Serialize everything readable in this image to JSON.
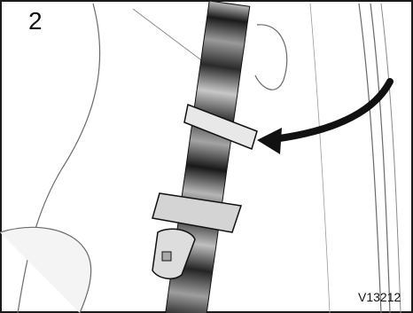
{
  "figure": {
    "step_number": "2",
    "reference_code": "V13212"
  },
  "colors": {
    "frame_border": "#1a1a1a",
    "line_art": "#555555",
    "belt_dark": "#2a2a2a",
    "belt_light": "#bcbcbc",
    "hardware_fill": "#d4d4d4",
    "arrow": "#111111"
  },
  "icons": [
    "seat-belt-illustration",
    "curved-arrow-icon"
  ]
}
